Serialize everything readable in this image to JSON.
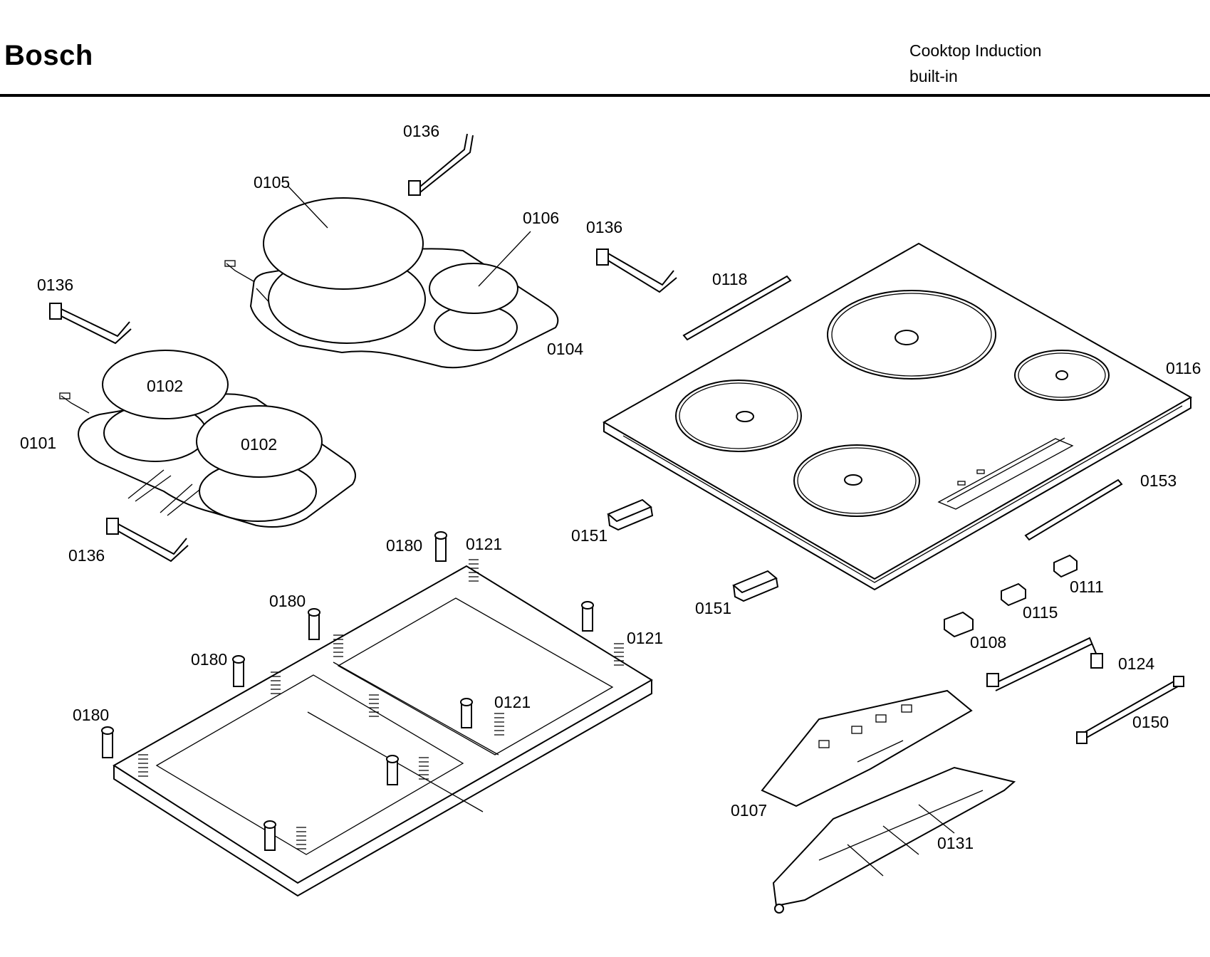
{
  "header": {
    "brand": "Bosch",
    "subtitle_line1": "Cooktop Induction",
    "subtitle_line2": "built-in"
  },
  "labels": {
    "l0136a": "0136",
    "l0105": "0105",
    "l0106": "0106",
    "l0136b": "0136",
    "l0136c": "0136",
    "l0104": "0104",
    "l0102a": "0102",
    "l0101": "0101",
    "l0102b": "0102",
    "l0136d": "0136",
    "l0118": "0118",
    "l0116": "0116",
    "l0153": "0153",
    "l0151a": "0151",
    "l0180a": "0180",
    "l0121a": "0121",
    "l0180b": "0180",
    "l0121b": "0121",
    "l0180c": "0180",
    "l0121c": "0121",
    "l0180d": "0180",
    "l0151b": "0151",
    "l0111": "0111",
    "l0115": "0115",
    "l0108": "0108",
    "l0124": "0124",
    "l0150": "0150",
    "l0107": "0107",
    "l0131": "0131"
  }
}
